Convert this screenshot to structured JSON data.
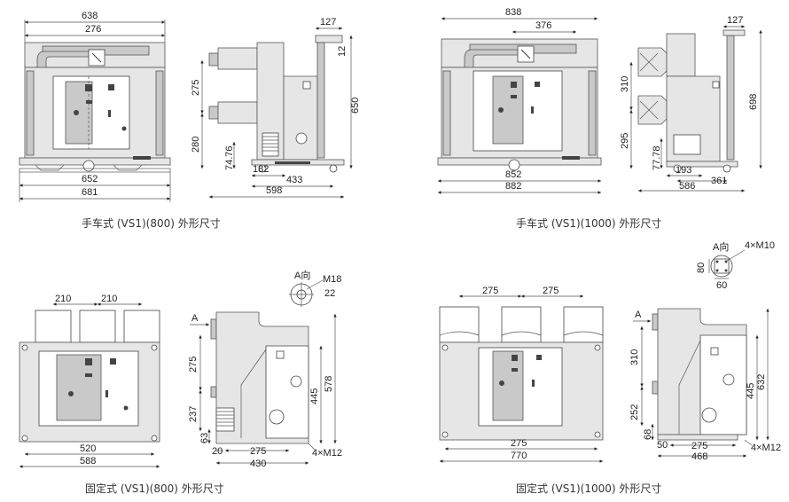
{
  "captions": {
    "tl": "手车式 (VS1)(800) 外形尺寸",
    "tr": "手车式 (VS1)(1000) 外形尺寸",
    "bl": "固定式 (VS1)(800) 外形尺寸",
    "br": "固定式 (VS1)(1000) 外形尺寸"
  },
  "tl": {
    "front": {
      "d638": "638",
      "d276": "276",
      "d652": "652",
      "d681": "681"
    },
    "side": {
      "d127": "127",
      "d12": "12",
      "d275": "275",
      "d280": "280",
      "d650": "650",
      "d7476": "74.76",
      "d182": "182",
      "d433": "433",
      "d598": "598"
    }
  },
  "tr": {
    "front": {
      "d838": "838",
      "d376": "376",
      "d852": "852",
      "d882": "882"
    },
    "side": {
      "d127": "127",
      "d310": "310",
      "d698": "698",
      "d295": "295",
      "d7778": "77.78",
      "d193": "193",
      "d361": "361",
      "d586": "586"
    }
  },
  "bl": {
    "front": {
      "d210a": "210",
      "d210b": "210",
      "d520": "520",
      "d588": "588"
    },
    "side": {
      "arrow": "A",
      "d275": "275",
      "d237": "237",
      "d63": "63",
      "d445": "445",
      "d578": "578",
      "d20": "20",
      "d275b": "275",
      "d430": "430",
      "bolts": "4×M12"
    },
    "detail": {
      "label": "A向",
      "m18": "M18",
      "d22": "22"
    }
  },
  "br": {
    "front": {
      "d275a": "275",
      "d275b": "275",
      "d275c": "275",
      "d770": "770"
    },
    "side": {
      "arrow": "A",
      "d310": "310",
      "d252": "252",
      "d68": "68",
      "d445": "445",
      "d632": "632",
      "d50": "50",
      "d275": "275",
      "d468": "468",
      "bolts": "4×M12"
    },
    "detail": {
      "label": "A向",
      "m10": "4×M10",
      "d80": "80",
      "d60": "60"
    }
  }
}
